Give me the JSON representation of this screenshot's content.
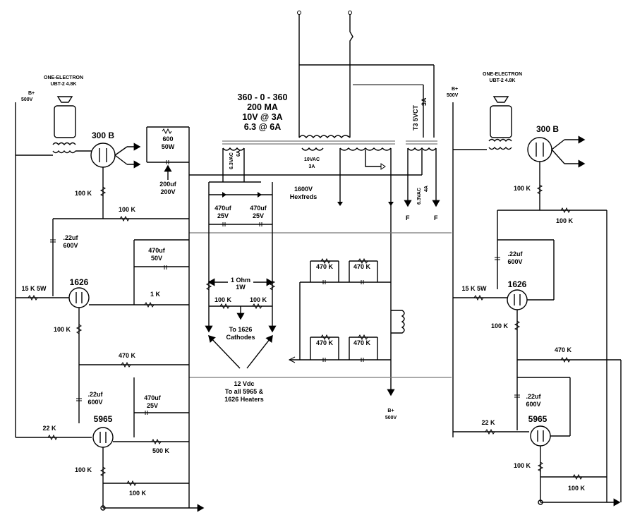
{
  "transformer": {
    "line1": "360 - 0 - 360",
    "line2": "200 MA",
    "line3": "10V @ 3A",
    "line4": "6.3 @ 6A"
  },
  "rectifier_xfmr": {
    "line1": "T3  5VCT",
    "line2": "3A"
  },
  "windings": {
    "w63_6a_a": "6.3VAC",
    "w63_6a_b": "6A",
    "w10_a": "10VAC",
    "w10_b": "3A",
    "w63_4a_a": "6.3VAC",
    "w63_4a_b": "4A",
    "f1": "F",
    "f2": "F"
  },
  "supply": {
    "bplus_left_a": "B+",
    "bplus_left_b": "500V",
    "bplus_right_a": "B+",
    "bplus_right_b": "500V",
    "bplus_bottom_a": "B+",
    "bplus_bottom_b": "500V",
    "res600_a": "600",
    "res600_b": "50W",
    "cap200_a": "200uf",
    "cap200_b": "200V",
    "diodes_a": "1600V",
    "diodes_b": "Hexfreds",
    "cap470_25_a": "470uf",
    "cap470_25_b": "25V",
    "cap470_25b_a": "470uf",
    "cap470_25b_b": "25V",
    "ohm1_a": "1 Ohm",
    "ohm1_b": "1W",
    "r100_l": "100 K",
    "r100_r": "100 K",
    "cathodes_a": "To 1626",
    "cathodes_b": "Cathodes",
    "heaters_a": "12 Vdc",
    "heaters_b": "To all 5965 &",
    "heaters_c": "1626 Heaters",
    "c470_1": "470 K",
    "c470_2": "470 K",
    "c470_3": "470 K",
    "c470_4": "470 K"
  },
  "left_channel": {
    "out_xfmr_a": "ONE-ELECTRON",
    "out_xfmr_b": "UBT-2 4.8K",
    "tube_300b": "300 B",
    "r100k_grid": "100 K",
    "r100k_a": "100 K",
    "cap22_a": ".22uf",
    "cap22_b": "600V",
    "cap470_50_a": "470uf",
    "cap470_50_b": "50V",
    "r15k": "15 K 5W",
    "tube_1626": "1626",
    "r1k": "1 K",
    "r100k_b": "100 K",
    "r470k": "470 K",
    "cap22b_a": ".22uf",
    "cap22b_b": "600V",
    "cap470_25_a": "470uf",
    "cap470_25_b": "25V",
    "r22k": "22 K",
    "tube_5965": "5965",
    "r500k": "500 K",
    "r100k_c": "100 K",
    "r100k_d": "100 K"
  },
  "right_channel": {
    "out_xfmr_a": "ONE-ELECTRON",
    "out_xfmr_b": "UBT-2 4.8K",
    "tube_300b": "300 B",
    "r100k_grid": "100 K",
    "r100k_a": "100 K",
    "cap22_a": ".22uf",
    "cap22_b": "600V",
    "r15k": "15 K 5W",
    "tube_1626": "1626",
    "r100k_b": "100 K",
    "r470k": "470 K",
    "cap22b_a": ".22uf",
    "cap22b_b": "600V",
    "r22k": "22 K",
    "tube_5965": "5965",
    "r100k_c": "100 K",
    "r100k_d": "100 K"
  }
}
